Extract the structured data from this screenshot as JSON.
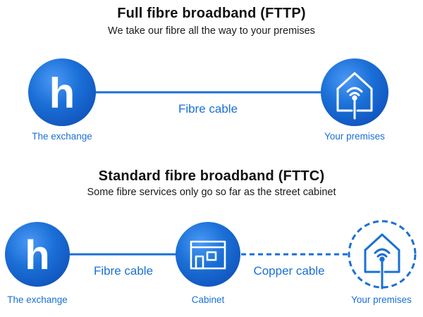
{
  "colors": {
    "brand_blue": "#1a6fd6",
    "brand_blue_light": "#3b8cf0",
    "brand_blue_dark": "#0f4fb0",
    "icon_white": "#ffffff"
  },
  "fttp": {
    "title": "Full fibre broadband (FTTP)",
    "subtitle": "We take our fibre all the way to your premises",
    "exchange": {
      "icon": "h-logo-icon",
      "label": "The exchange"
    },
    "link": {
      "style": "solid",
      "label": "Fibre cable"
    },
    "premises": {
      "icon": "house-wifi-icon",
      "label": "Your premises"
    }
  },
  "fttc": {
    "title": "Standard fibre broadband (FTTC)",
    "subtitle": "Some fibre services only go so far as the street cabinet",
    "exchange": {
      "icon": "h-logo-icon",
      "label": "The exchange"
    },
    "link_fibre": {
      "style": "solid",
      "label": "Fibre cable"
    },
    "cabinet": {
      "icon": "cabinet-icon",
      "label": "Cabinet"
    },
    "link_copper": {
      "style": "dashed",
      "label": "Copper cable"
    },
    "premises": {
      "icon": "house-wifi-icon",
      "style": "dashed-outline",
      "label": "Your premises"
    }
  }
}
